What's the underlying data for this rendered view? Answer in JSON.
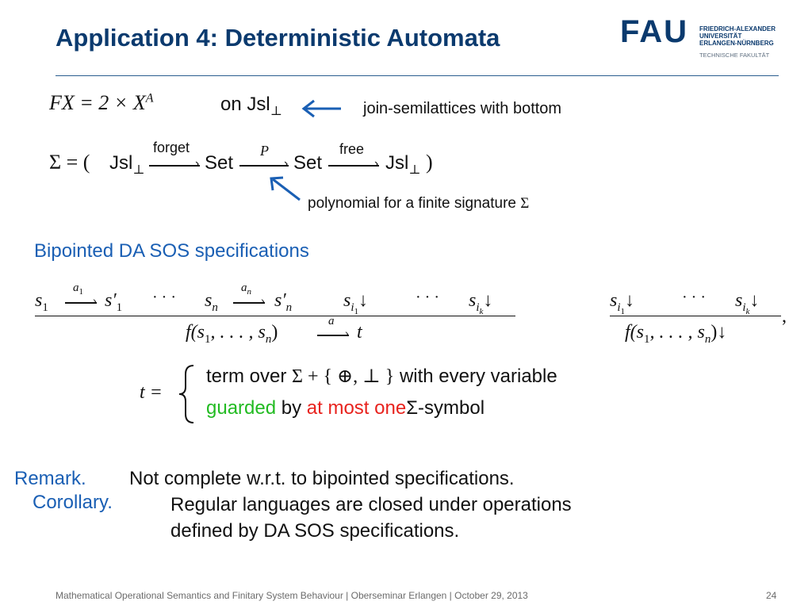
{
  "slide": {
    "title": "Application 4: Deterministic Automata",
    "logo": {
      "mark": "FAU",
      "lines": [
        "FRIEDRICH-ALEXANDER",
        "UNIVERSITÄT",
        "ERLANGEN-NÜRNBERG"
      ],
      "faculty": "TECHNISCHE FAKULTÄT"
    },
    "formula1": {
      "lhs": "FX = 2 × X",
      "exponent": "A",
      "on": "on Jsl",
      "bottom": "⊥",
      "note": "join-semilattices with bottom"
    },
    "formula2": {
      "sigma_eq": "Σ = (",
      "jsl1": "Jsl",
      "bottom": "⊥",
      "forget": "forget",
      "set1": "Set",
      "p": "P",
      "set2": "Set",
      "free": "free",
      "jsl2": "Jsl",
      "close": ")",
      "note_text": "polynomial for a finite signature",
      "note_sigma": "Σ"
    },
    "section_heading": "Bipointed DA SOS specifications",
    "rule1": {
      "s1": "s",
      "s1_sub": "1",
      "a1": "a",
      "a1_sub": "1",
      "s1p": "s′",
      "s1p_sub": "1",
      "dots1": "· · ·",
      "sn": "s",
      "sn_sub": "n",
      "an": "a",
      "an_sub": "n",
      "snp": "s′",
      "snp_sub": "n",
      "si1": "s",
      "si1_sub": "i",
      "si1_subsub": "1",
      "down": "↓",
      "dots2": "· · ·",
      "sik": "s",
      "sik_sub": "i",
      "sik_subsub": "k",
      "conclusion_f": "f(s",
      "conclusion_args": "1",
      "conclusion_mid": ", . . . , s",
      "conclusion_n": "n",
      "conclusion_close": ")",
      "a": "a",
      "t": "t"
    },
    "rule2": {
      "dots": "· · ·",
      "conclusion": "f(s",
      "comma": ","
    },
    "t_def": {
      "lhs": "t =",
      "line1_pre": "term over",
      "line1_math": "Σ + { ⊕, ⊥ }",
      "line1_post": "with every variable",
      "guarded": "guarded",
      "by": "by",
      "at_most_one": "at most one",
      "symbol": "Σ-symbol"
    },
    "remark": {
      "label": "Remark.",
      "text": "Not complete w.r.t. to bipointed specifications."
    },
    "corollary": {
      "label": "Corollary.",
      "line1": "Regular languages are closed under operations",
      "line2": "defined by DA SOS specifications."
    },
    "footer": "Mathematical Operational Semantics and Finitary System Behaviour | Oberseminar Erlangen | October 29, 2013",
    "page": "24"
  },
  "colors": {
    "title": "#0b3a6e",
    "accent_blue": "#1a5fb4",
    "guarded_green": "#22bb22",
    "at_most_one_red": "#e8231e"
  },
  "icons": [
    "left-arrow-icon",
    "up-left-arrow-icon"
  ]
}
